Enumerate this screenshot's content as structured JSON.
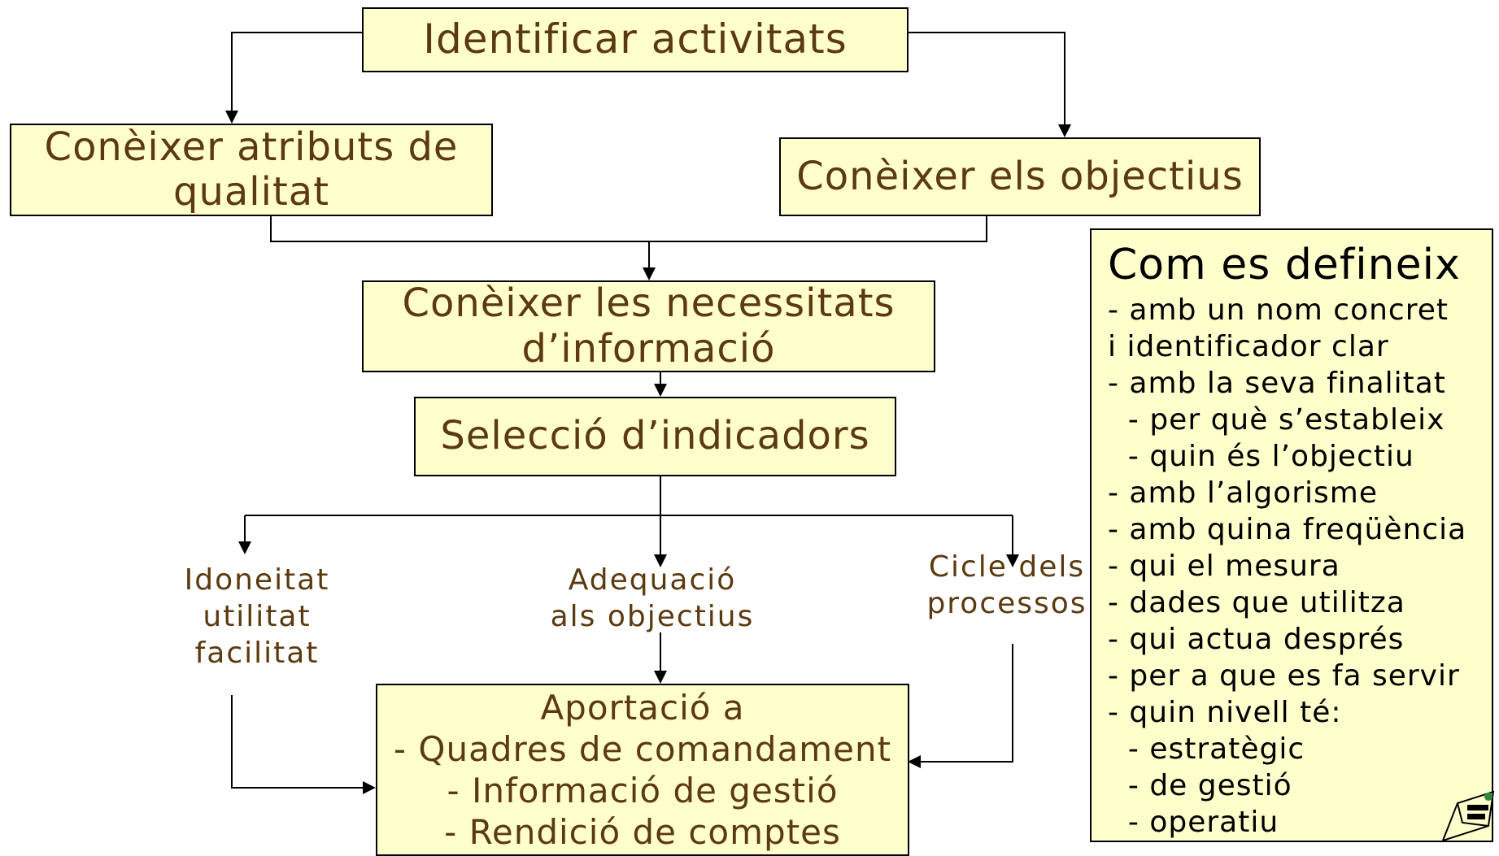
{
  "boxes": {
    "identificar": [
      "Identificar activitats"
    ],
    "atributs": [
      "Conèixer atributs de",
      "qualitat"
    ],
    "objectius": [
      "Conèixer els objectius"
    ],
    "necessitats": [
      "Conèixer les necessitats",
      "d’informació"
    ],
    "seleccio": [
      "Selecció d’indicadors"
    ],
    "aportacio": [
      "Aportació a",
      "- Quadres de comandament",
      "- Informació de gestió",
      "- Rendició de comptes"
    ]
  },
  "labels": {
    "idoneitat": [
      "Idoneitat",
      "utilitat",
      "facilitat"
    ],
    "adequacio": [
      "Adequació",
      "als objectius"
    ],
    "cicle": [
      "Cicle dels",
      "processos"
    ]
  },
  "note": {
    "title": "Com es defineix",
    "lines": [
      "- amb un nom concret",
      "i identificador clar",
      "- amb la seva finalitat",
      "  - per què s’estableix",
      "  - quin és l’objectiu",
      "- amb l’algorisme",
      "- amb quina freqüència",
      "- qui el mesura",
      "- dades que utilitza",
      "- qui actua després",
      "- per a que es fa servir",
      "- quin nivell té:",
      "  - estratègic",
      "  - de gestió",
      "  - operatiu"
    ]
  },
  "colors": {
    "box_fill": "#ffffcc",
    "text_brown": "#5c3a10",
    "line": "#000000"
  }
}
